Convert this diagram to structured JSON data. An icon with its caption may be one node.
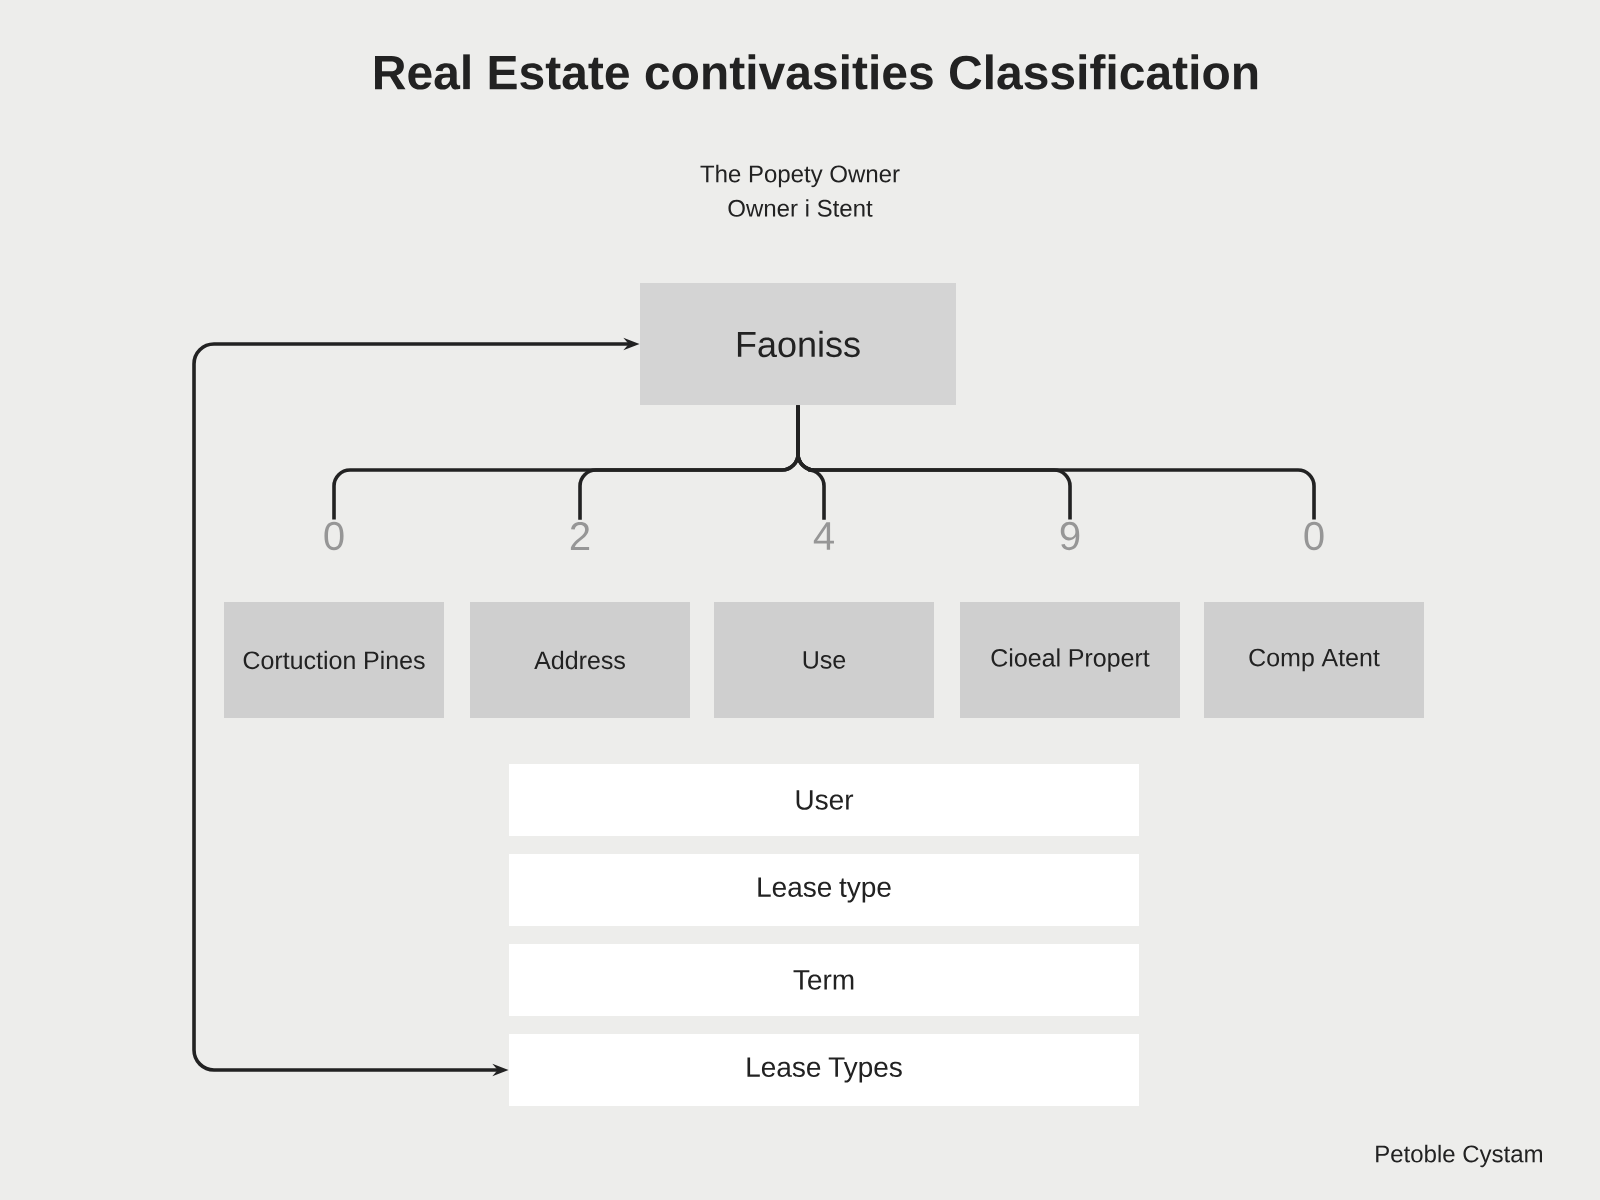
{
  "diagram": {
    "title": "Real Estate contivasities Classification",
    "nodes": [
      {
        "text": [
          "Faoniss"
        ]
      },
      {
        "text": [
          "0",
          "Cortuction Pines"
        ]
      },
      {
        "text": [
          "2",
          "Address"
        ]
      },
      {
        "text": [
          "4",
          "Use"
        ]
      },
      {
        "text": [
          "9",
          "Cioeal Propert"
        ]
      },
      {
        "text": [
          "0",
          "Comp Atent"
        ]
      },
      {
        "text": [
          "User"
        ]
      },
      {
        "text": [
          "Lease type"
        ]
      },
      {
        "text": [
          "Term"
        ]
      },
      {
        "text": [
          "Lease Types"
        ]
      }
    ],
    "edges": [
      {
        "from": 0,
        "to": 1,
        "arrow": "none"
      },
      {
        "from": 0,
        "to": 2,
        "arrow": "none"
      },
      {
        "from": 0,
        "to": 3,
        "arrow": "none"
      },
      {
        "from": 0,
        "to": 4,
        "arrow": "none"
      },
      {
        "from": 0,
        "to": 5,
        "arrow": "none"
      },
      {
        "from": 0,
        "to": 9,
        "arrow": "both"
      }
    ],
    "labels": [
      "The Popety Owner",
      "Owner i Stent",
      "Petoble Cystam"
    ]
  }
}
